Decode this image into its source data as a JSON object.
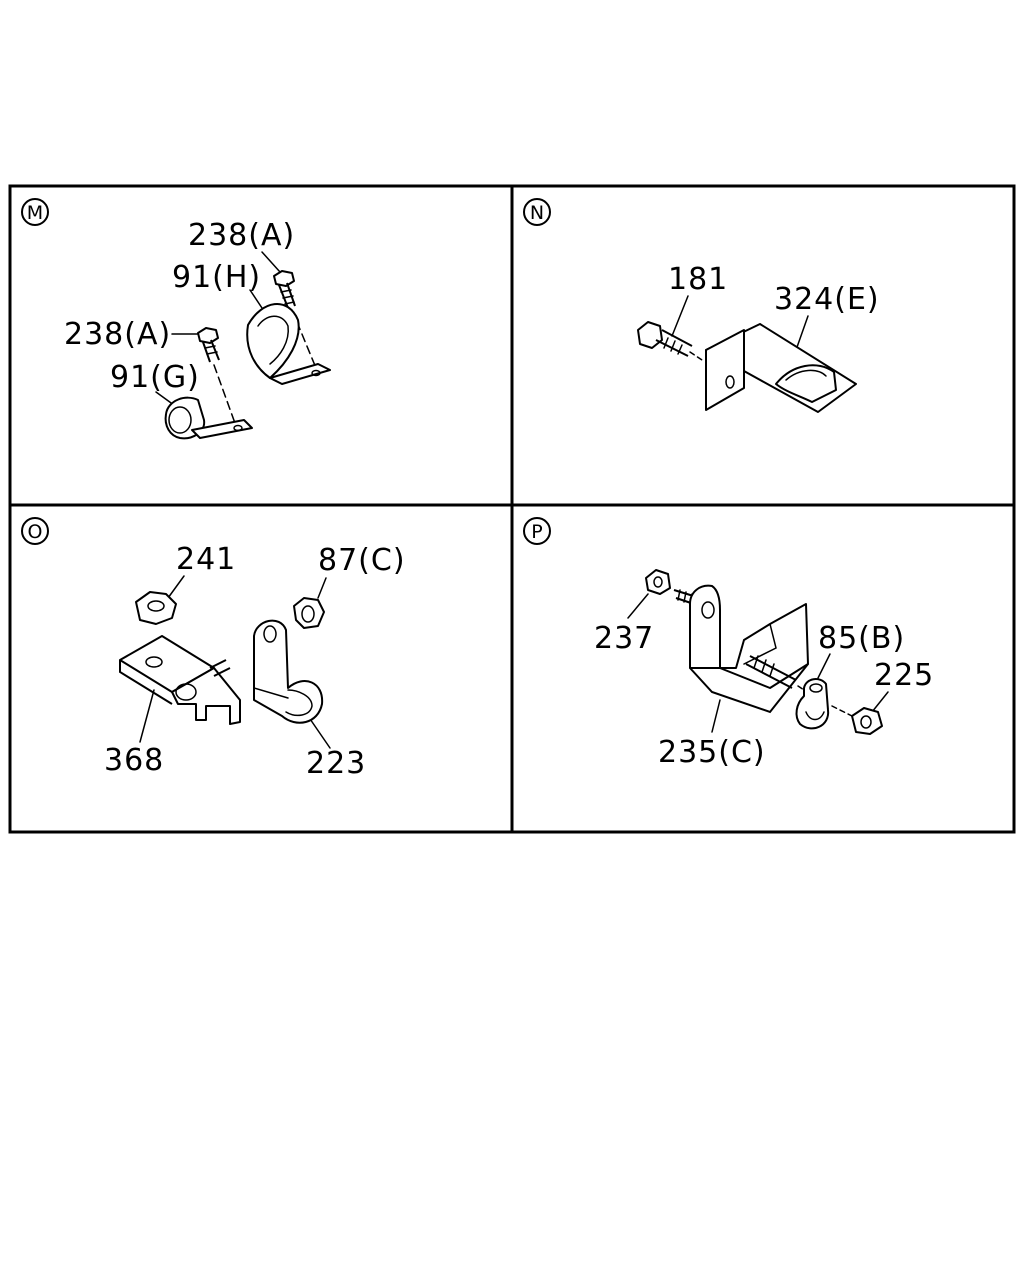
{
  "panels": [
    {
      "id": "M",
      "letter": "M",
      "callouts": [
        "238(A)",
        "91(H)",
        "238(A)",
        "91(G)"
      ]
    },
    {
      "id": "N",
      "letter": "N",
      "callouts": [
        "181",
        "324(E)"
      ]
    },
    {
      "id": "O",
      "letter": "O",
      "callouts": [
        "241",
        "87(C)",
        "368",
        "223"
      ]
    },
    {
      "id": "P",
      "letter": "P",
      "callouts": [
        "237",
        "85(B)",
        "225",
        "235(C)"
      ]
    }
  ]
}
